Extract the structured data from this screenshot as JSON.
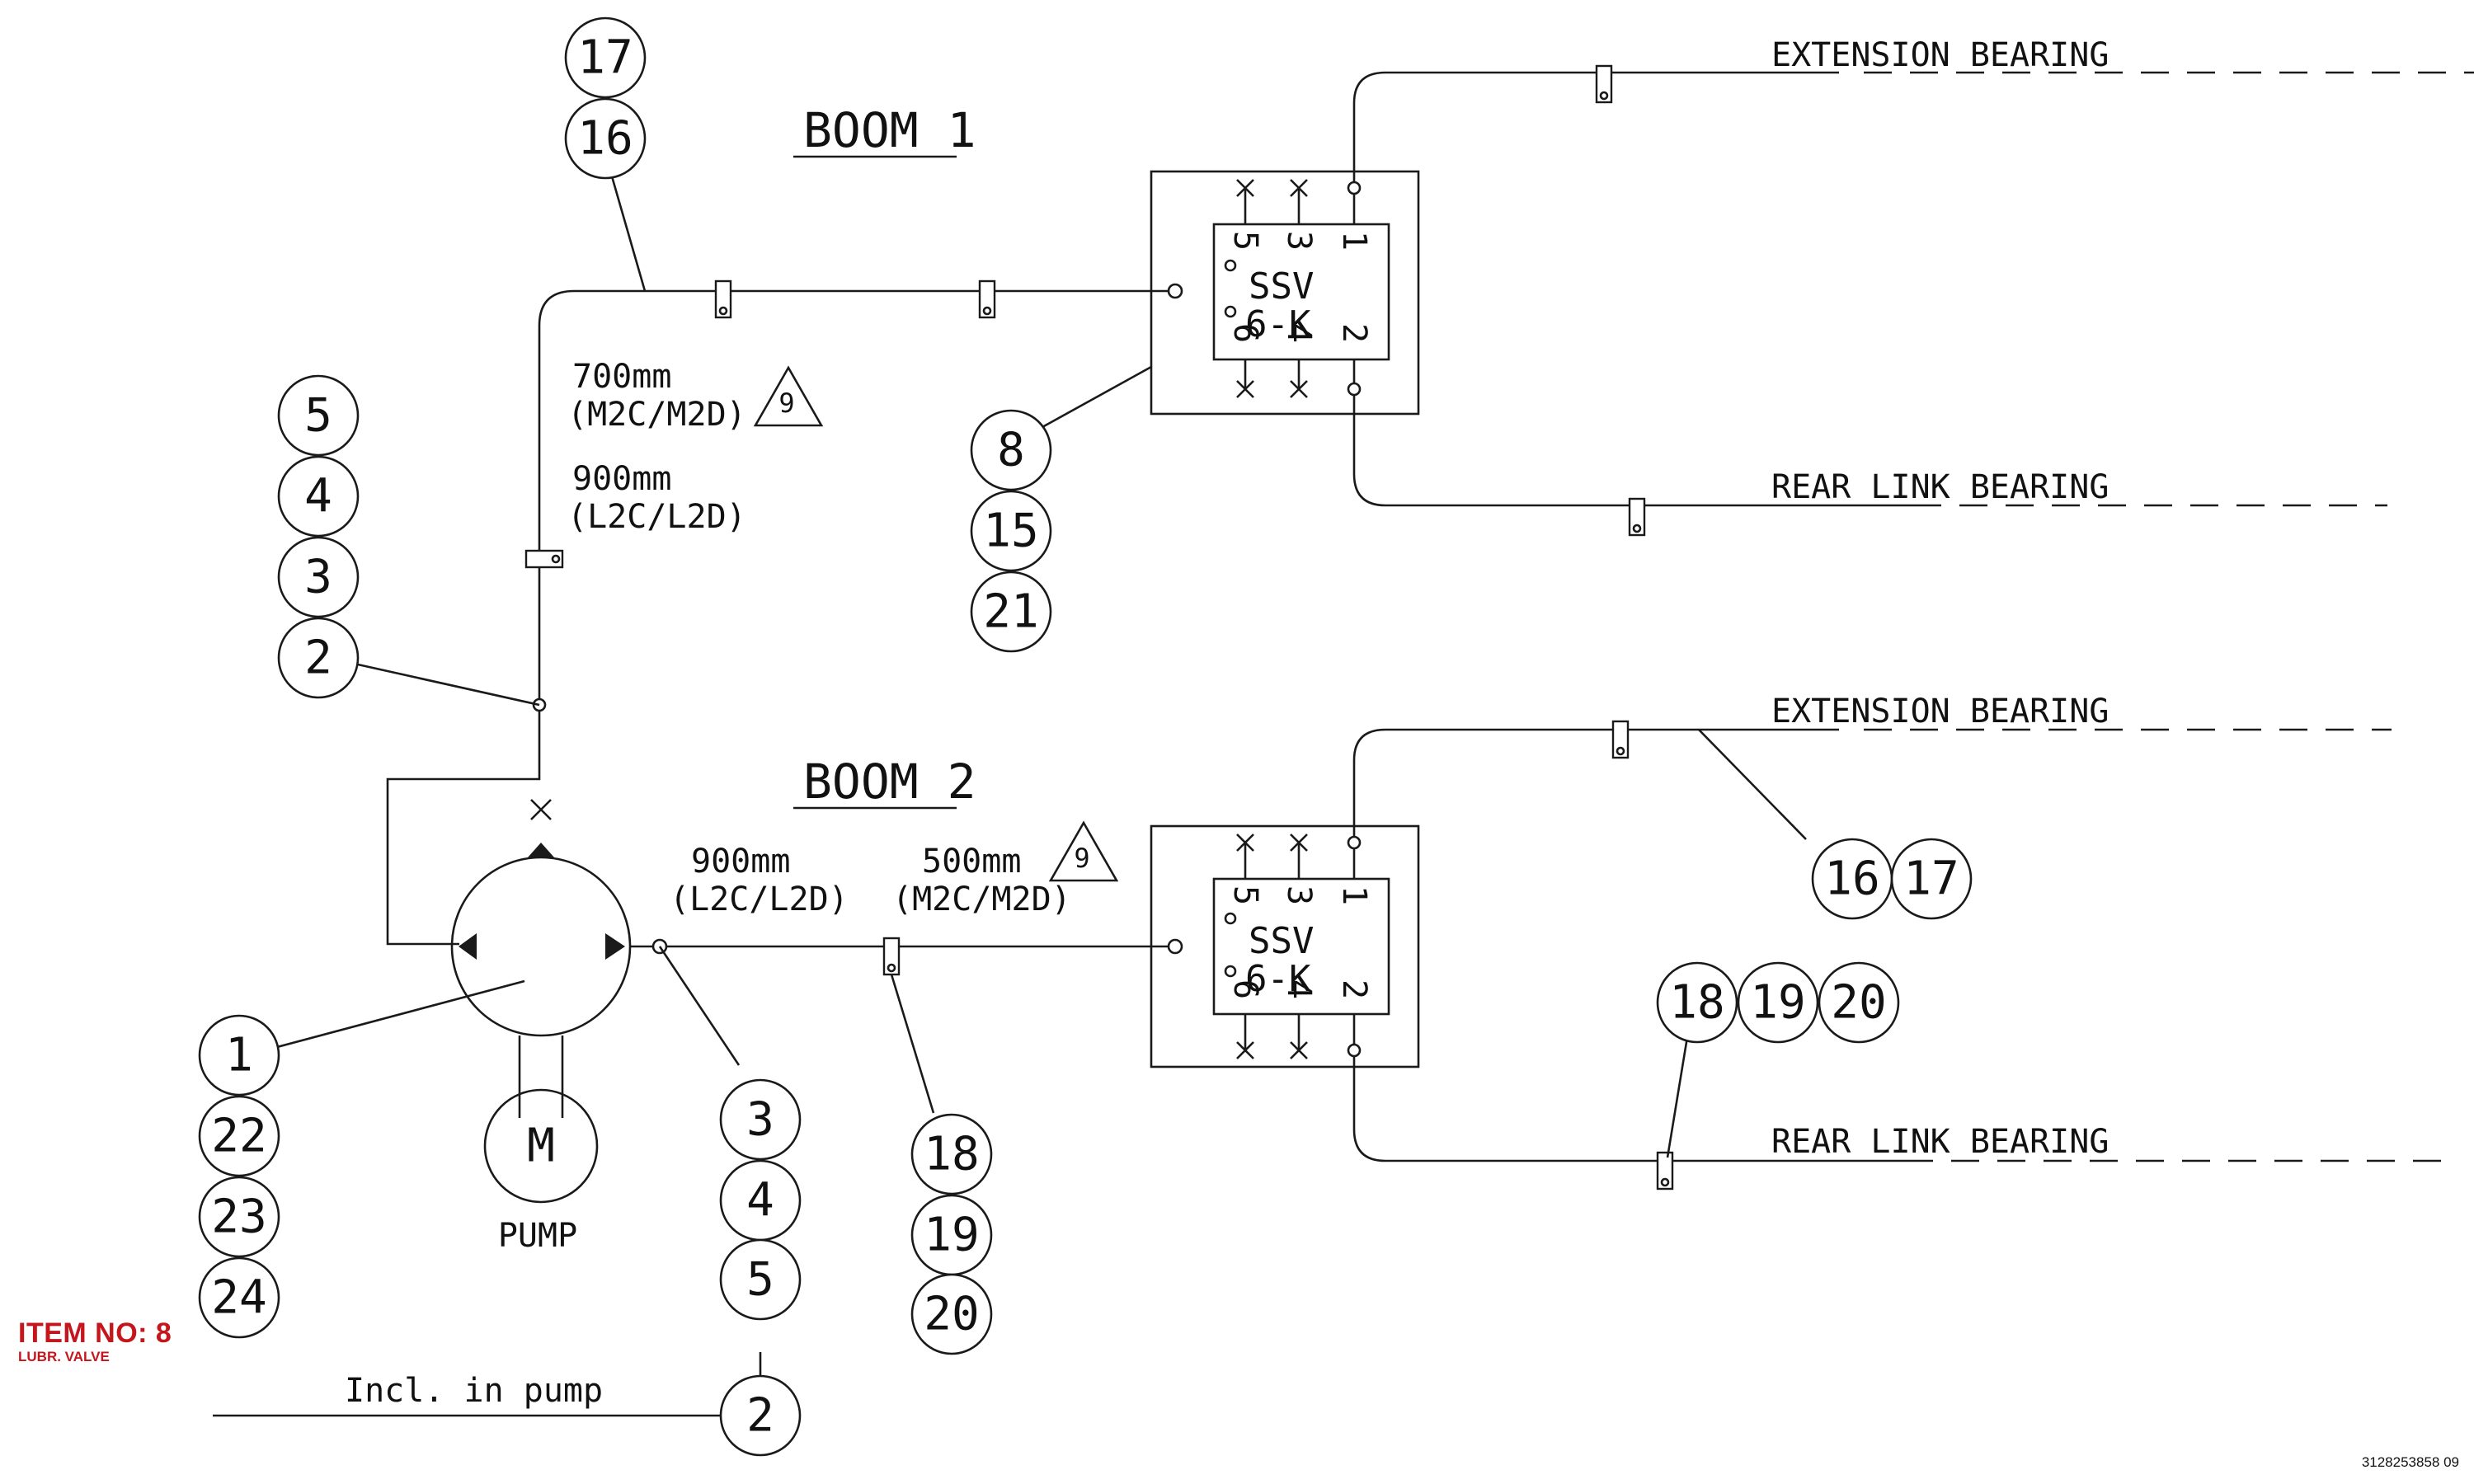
{
  "booms": [
    {
      "title": "BOOM 1",
      "valve": {
        "name": "SSV",
        "type": "6-K",
        "pins": [
          "5",
          "3",
          "1",
          "6",
          "4",
          "2"
        ]
      },
      "outputs": [
        "EXTENSION BEARING",
        "REAR LINK BEARING"
      ],
      "hose_lengths": [
        {
          "length": "700mm",
          "models": "(M2C/M2D)"
        },
        {
          "length": "900mm",
          "models": "(L2C/L2D)"
        }
      ],
      "note": "9"
    },
    {
      "title": "BOOM 2",
      "valve": {
        "name": "SSV",
        "type": "6-K",
        "pins": [
          "5",
          "3",
          "1",
          "6",
          "4",
          "2"
        ]
      },
      "outputs": [
        "EXTENSION BEARING",
        "REAR LINK BEARING"
      ],
      "hose_lengths": [
        {
          "length": "900mm",
          "models": "(L2C/L2D)"
        },
        {
          "length": "500mm",
          "models": "(M2C/M2D)"
        }
      ],
      "note": "9"
    }
  ],
  "pump": {
    "motor": "M",
    "label": "PUMP",
    "incl_note": "Incl. in pump"
  },
  "callouts": {
    "top_hose": [
      "17",
      "16"
    ],
    "boom1_tee": [
      "5",
      "4",
      "3",
      "2"
    ],
    "boom1_valve": [
      "8",
      "15",
      "21"
    ],
    "pump": [
      "1",
      "22",
      "23",
      "24"
    ],
    "pump_outlet": [
      "3",
      "4",
      "5",
      "2"
    ],
    "boom2_clip": [
      "18",
      "19",
      "20"
    ],
    "boom2_ext": [
      "16",
      "17"
    ],
    "boom2_rear": [
      "18",
      "19",
      "20"
    ]
  },
  "item": {
    "number": "ITEM NO: 8",
    "name": "LUBR. VALVE"
  },
  "drawing_number": "3128253858 09"
}
